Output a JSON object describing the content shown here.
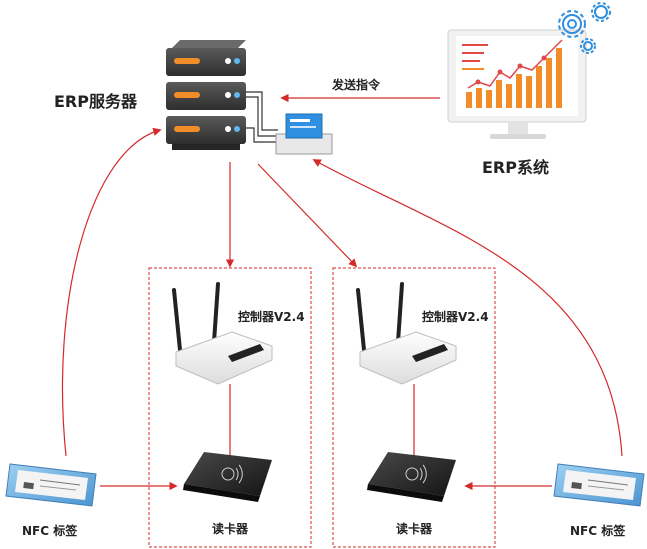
{
  "labels": {
    "erp_server": "ERP服务器",
    "send_command": "发送指令",
    "erp_system": "ERP系统",
    "controller_left": "控制器V2.4",
    "controller_right": "控制器V2.4",
    "reader_left": "读卡器",
    "reader_right": "读卡器",
    "nfc_left": "NFC 标签",
    "nfc_right": "NFC 标签"
  },
  "colors": {
    "arrow": "#d42a2a",
    "dashed_box": "#d42a2a",
    "server_dark": "#3f3f3f",
    "server_accent": "#f28c28",
    "chart_bar": "#f28c28",
    "chart_line": "#e04848",
    "gear": "#2f8fe0",
    "nfc_tag_blue": "#6fb5e8"
  },
  "icons": [
    "server-icon",
    "monitor-icon",
    "gear-icon",
    "router-icon",
    "card-reader-icon",
    "nfc-tag-icon",
    "network-switch-icon"
  ]
}
